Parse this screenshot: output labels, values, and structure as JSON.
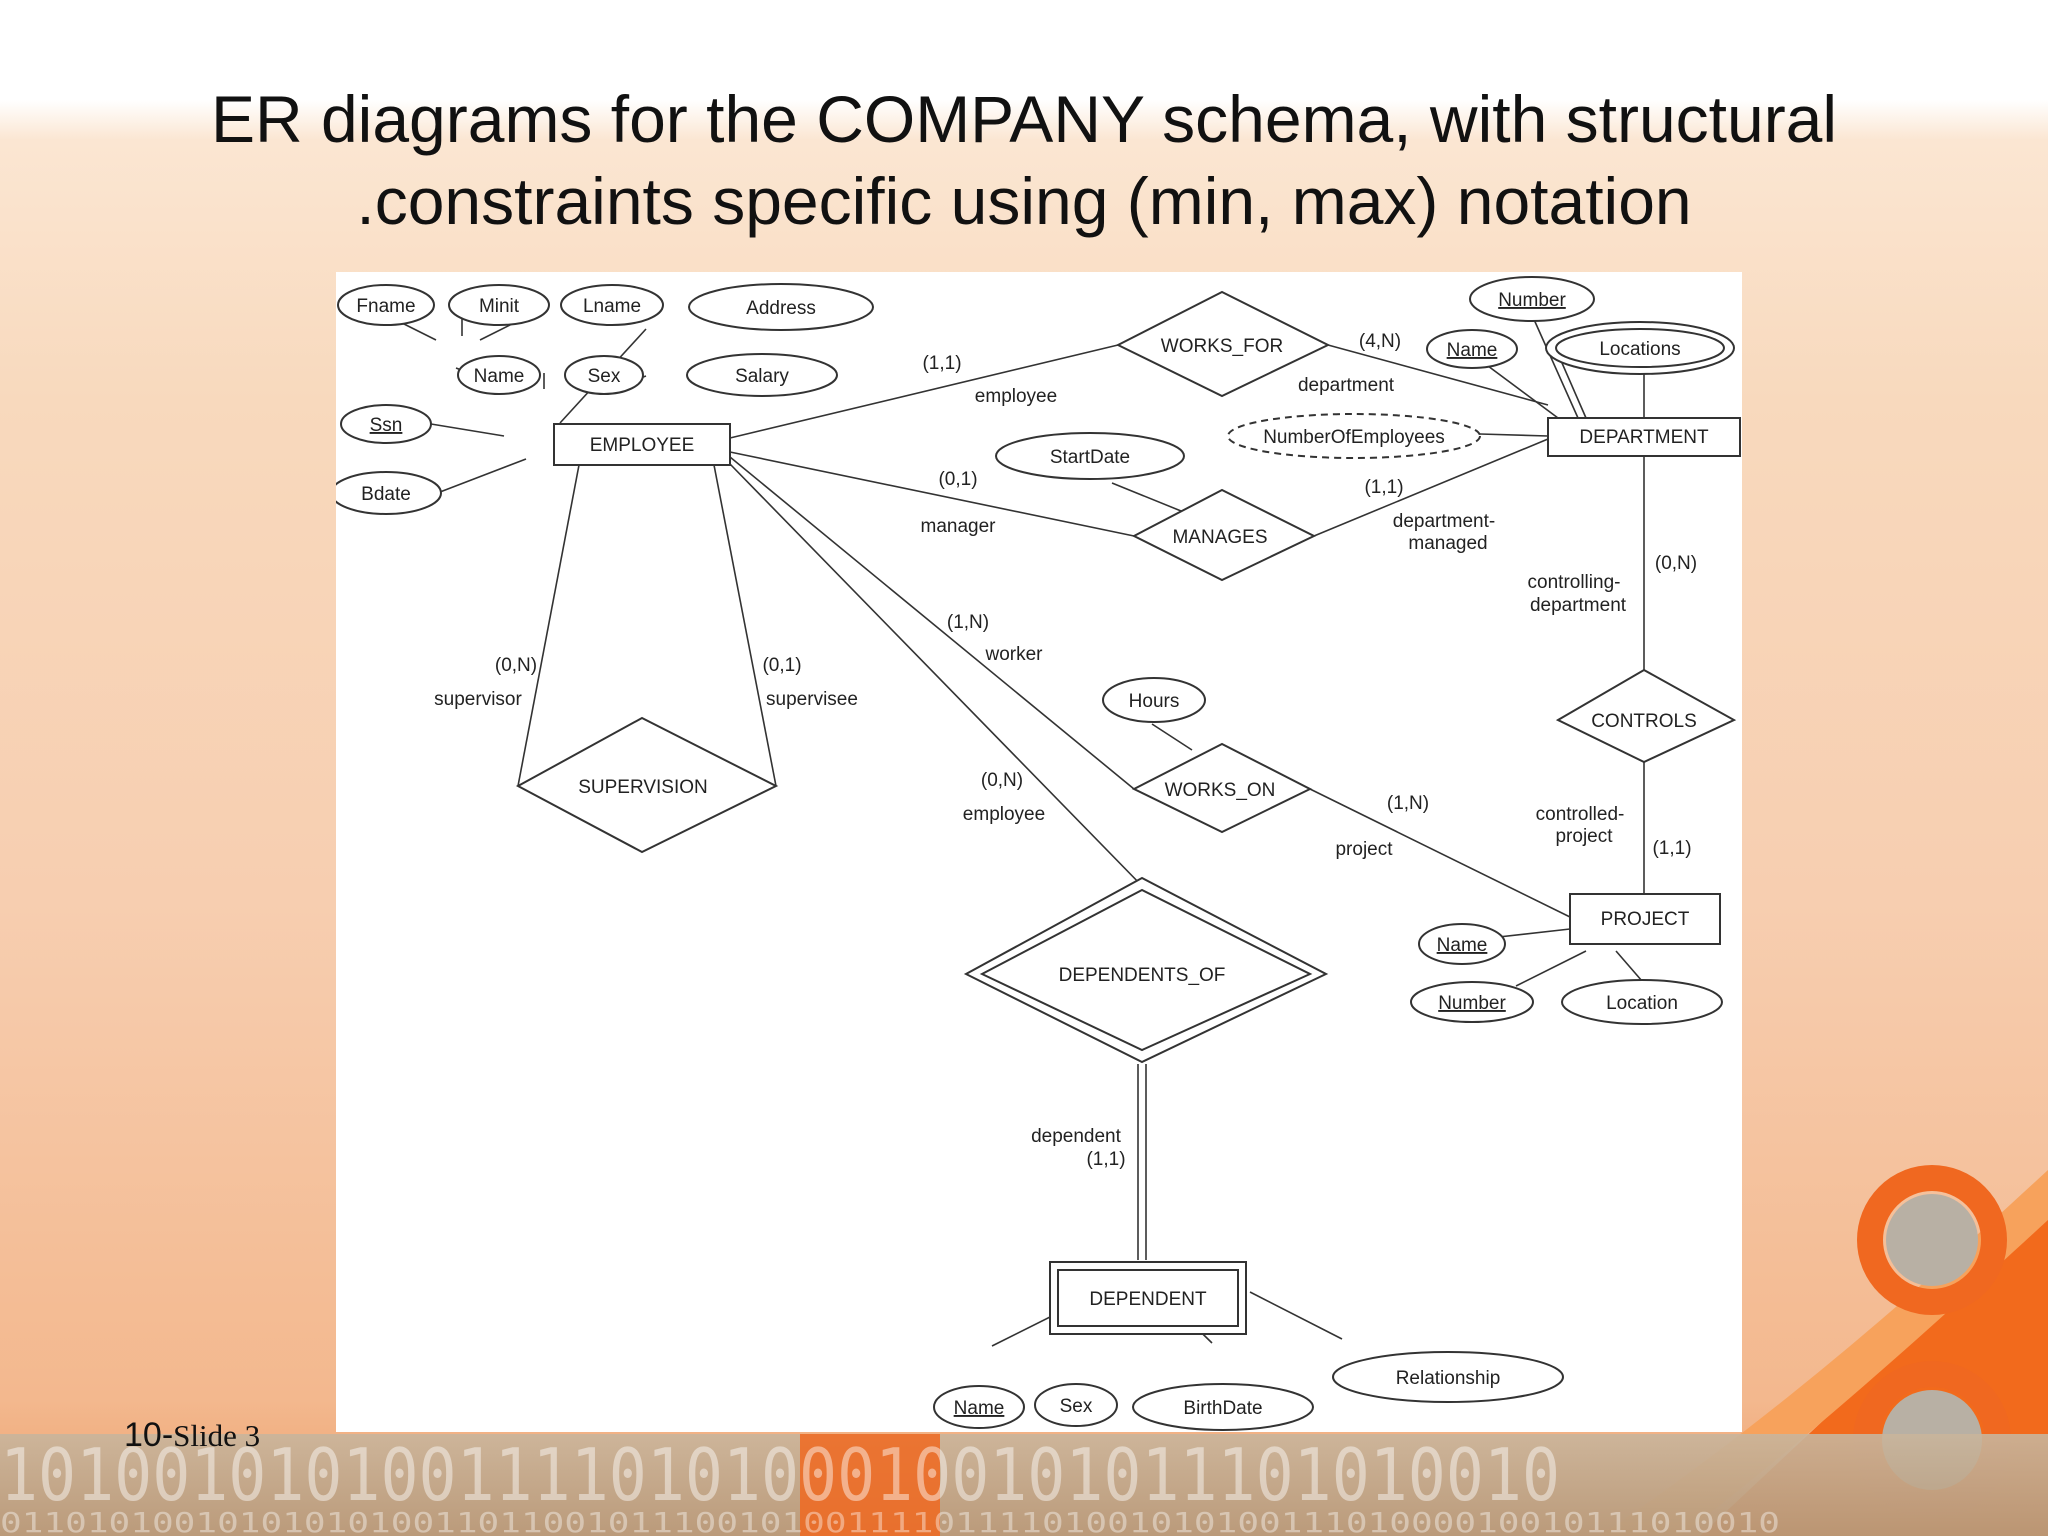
{
  "slide": {
    "title_line1": "ER diagrams for the COMPANY schema, with structural",
    "title_line2": ".constraints specific using (min, max) notation",
    "slide_number_prefix": "10-",
    "slide_number_word": "Slide 3",
    "binary_strip_text_1": "10100101010011110101000100101011101010010",
    "binary_strip_text_2": "0110101001010101010011011001011100101001111011110100101010011101000010010111010010"
  },
  "colors": {
    "accent_orange": "#f06820",
    "ring_gray": "#b8b0a4",
    "text_dark": "#111111"
  },
  "diagram": {
    "entities": [
      {
        "id": "employee",
        "label": "EMPLOYEE",
        "weak": false
      },
      {
        "id": "department",
        "label": "DEPARTMENT",
        "weak": false
      },
      {
        "id": "project",
        "label": "PROJECT",
        "weak": false
      },
      {
        "id": "dependent",
        "label": "DEPENDENT",
        "weak": true
      }
    ],
    "relationships": [
      {
        "id": "works_for",
        "label": "WORKS_FOR",
        "identifying": false
      },
      {
        "id": "manages",
        "label": "MANAGES",
        "identifying": false
      },
      {
        "id": "supervision",
        "label": "SUPERVISION",
        "identifying": false
      },
      {
        "id": "works_on",
        "label": "WORKS_ON",
        "identifying": false
      },
      {
        "id": "controls",
        "label": "CONTROLS",
        "identifying": false
      },
      {
        "id": "dependents_of",
        "label": "DEPENDENTS_OF",
        "identifying": true
      }
    ],
    "attributes": [
      {
        "id": "emp_fname",
        "label": "Fname",
        "key": false,
        "multivalued": false,
        "derived": false
      },
      {
        "id": "emp_minit",
        "label": "Minit",
        "key": false,
        "multivalued": false,
        "derived": false
      },
      {
        "id": "emp_lname",
        "label": "Lname",
        "key": false,
        "multivalued": false,
        "derived": false
      },
      {
        "id": "emp_address",
        "label": "Address",
        "key": false,
        "multivalued": false,
        "derived": false
      },
      {
        "id": "emp_name",
        "label": "Name",
        "key": false,
        "multivalued": false,
        "derived": false
      },
      {
        "id": "emp_sex",
        "label": "Sex",
        "key": false,
        "multivalued": false,
        "derived": false
      },
      {
        "id": "emp_salary",
        "label": "Salary",
        "key": false,
        "multivalued": false,
        "derived": false
      },
      {
        "id": "emp_ssn",
        "label": "Ssn",
        "key": true,
        "multivalued": false,
        "derived": false
      },
      {
        "id": "emp_bdate",
        "label": "Bdate",
        "key": false,
        "multivalued": false,
        "derived": false
      },
      {
        "id": "dept_number",
        "label": "Number",
        "key": true,
        "multivalued": false,
        "derived": false
      },
      {
        "id": "dept_name",
        "label": "Name",
        "key": true,
        "multivalued": false,
        "derived": false
      },
      {
        "id": "dept_locations",
        "label": "Locations",
        "key": false,
        "multivalued": true,
        "derived": false
      },
      {
        "id": "dept_numemp",
        "label": "NumberOfEmployees",
        "key": false,
        "multivalued": false,
        "derived": true
      },
      {
        "id": "manages_startdate",
        "label": "StartDate",
        "key": false,
        "multivalued": false,
        "derived": false
      },
      {
        "id": "workson_hours",
        "label": "Hours",
        "key": false,
        "multivalued": false,
        "derived": false
      },
      {
        "id": "proj_name",
        "label": "Name",
        "key": true,
        "multivalued": false,
        "derived": false
      },
      {
        "id": "proj_number",
        "label": "Number",
        "key": true,
        "multivalued": false,
        "derived": false
      },
      {
        "id": "proj_location",
        "label": "Location",
        "key": false,
        "multivalued": false,
        "derived": false
      },
      {
        "id": "dep_name",
        "label": "Name",
        "key": true,
        "partial": true,
        "multivalued": false,
        "derived": false
      },
      {
        "id": "dep_sex",
        "label": "Sex",
        "key": false,
        "multivalued": false,
        "derived": false
      },
      {
        "id": "dep_birthdate",
        "label": "BirthDate",
        "key": false,
        "multivalued": false,
        "derived": false
      },
      {
        "id": "dep_relationship",
        "label": "Relationship",
        "key": false,
        "multivalued": false,
        "derived": false
      }
    ],
    "labels": [
      {
        "id": "wf_emp_card",
        "text": "(1,1)"
      },
      {
        "id": "wf_emp_role",
        "text": "employee"
      },
      {
        "id": "wf_dept_card",
        "text": "(4,N)"
      },
      {
        "id": "wf_dept_role",
        "text": "department"
      },
      {
        "id": "mg_emp_card",
        "text": "(0,1)"
      },
      {
        "id": "mg_emp_role",
        "text": "manager"
      },
      {
        "id": "mg_dept_card",
        "text": "(1,1)"
      },
      {
        "id": "mg_dept_role1",
        "text": "department-"
      },
      {
        "id": "mg_dept_role2",
        "text": "managed"
      },
      {
        "id": "sup_left_card",
        "text": "(0,N)"
      },
      {
        "id": "sup_left_role",
        "text": "supervisor"
      },
      {
        "id": "sup_right_card",
        "text": "(0,1)"
      },
      {
        "id": "sup_right_role",
        "text": "supervisee"
      },
      {
        "id": "wo_emp_card",
        "text": "(1,N)"
      },
      {
        "id": "wo_emp_role",
        "text": "worker"
      },
      {
        "id": "wo_proj_card",
        "text": "(1,N)"
      },
      {
        "id": "wo_proj_role",
        "text": "project"
      },
      {
        "id": "ctl_dept_role1",
        "text": "controlling-"
      },
      {
        "id": "ctl_dept_role2",
        "text": "department"
      },
      {
        "id": "ctl_dept_card",
        "text": "(0,N)"
      },
      {
        "id": "ctl_proj_role1",
        "text": "controlled-"
      },
      {
        "id": "ctl_proj_role2",
        "text": "project"
      },
      {
        "id": "ctl_proj_card",
        "text": "(1,1)"
      },
      {
        "id": "do_emp_card",
        "text": "(0,N)"
      },
      {
        "id": "do_emp_role",
        "text": "employee"
      },
      {
        "id": "do_dep_role",
        "text": "dependent"
      },
      {
        "id": "do_dep_card",
        "text": "(1,1)"
      }
    ]
  }
}
